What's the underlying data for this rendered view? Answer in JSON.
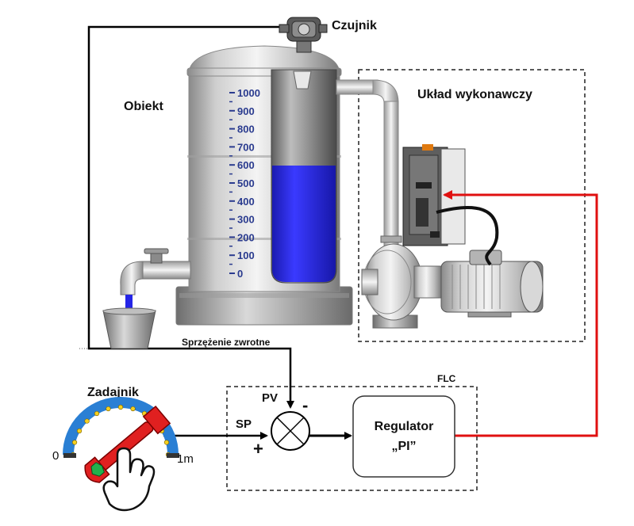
{
  "labels": {
    "sensor": "Czujnik",
    "object": "Obiekt",
    "actuator": "Układ wykonawczy",
    "feedback": "Sprzężenie zwrotne",
    "flc": "FLC",
    "setpoint_device": "Zadajnik",
    "pv": "PV",
    "sp": "SP",
    "minus": "-",
    "plus": "+",
    "regulator_line1": "Regulator",
    "regulator_line2": "„PI”",
    "dial_min": "0",
    "dial_max": "1m"
  },
  "tank_scale": [
    "1000",
    "900",
    "800",
    "700",
    "600",
    "500",
    "400",
    "300",
    "200",
    "100",
    "0"
  ],
  "tank_level": 0.55,
  "colors": {
    "signal_line": "#000000",
    "control_line": "#e01010",
    "liquid": "#2424e6",
    "scale_text": "#2a3b8f",
    "wrench": "#e02020",
    "dial_arc": "#2a7fd4"
  },
  "icons": {
    "sensor": "pressure-transmitter-icon",
    "controller": "plc-controller-icon",
    "motor": "electric-motor-icon",
    "pump": "centrifugal-pump-icon",
    "hand": "hand-icon",
    "wrench": "wrench-icon",
    "summing": "summing-junction-icon"
  }
}
